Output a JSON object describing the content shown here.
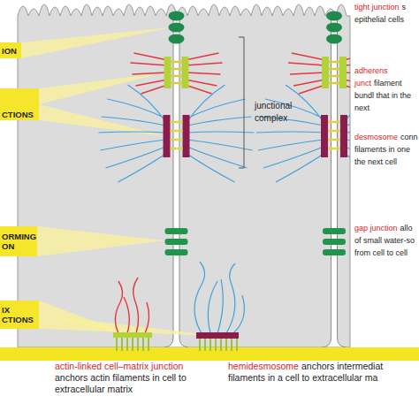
{
  "diagram": {
    "nodes": [
      {
        "text": [
          "ION"
        ]
      },
      {
        "text": [
          "CTIONS"
        ]
      },
      {
        "text": [
          "ORMING ON"
        ]
      },
      {
        "text": [
          "IX CTIONS"
        ]
      }
    ],
    "labels": [
      "junctional complex",
      "tight junction",
      "s epithelial cells",
      "adherens junct",
      "filament bundl that in the next",
      "desmosome",
      "conn filaments in one the next cell",
      "gap junction",
      "allo of small water-so from cell to cell",
      "actin-linked cell–matrix junction",
      "anchors actin filaments in cell to extracellular matrix",
      "hemidesmosome",
      "anchors intermediat filaments in a cell to extracellular ma"
    ]
  }
}
